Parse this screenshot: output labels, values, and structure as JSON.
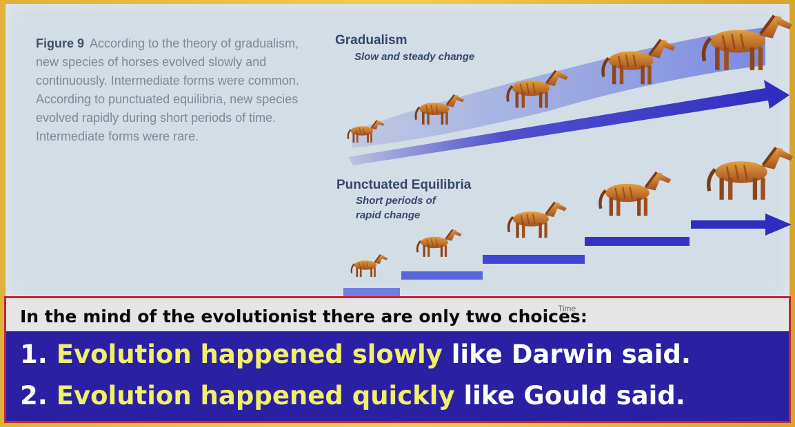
{
  "figure": {
    "label": "Figure 9",
    "caption": "According to the theory of gradualism, new species of horses evolved slowly and continuously. Intermediate forms were common. According to punctuated equilibria, new species evolved rapidly during short periods of time. Intermediate forms were rare."
  },
  "gradualism": {
    "title": "Gradualism",
    "subtitle": "Slow and steady change"
  },
  "punctuated": {
    "title": "Punctuated Equilibria",
    "subtitle_line1": "Short periods of",
    "subtitle_line2": "rapid change"
  },
  "axis": {
    "time_label": "Time"
  },
  "slide": {
    "heading": "In the mind of the evolutionist there are only two choices:",
    "choices": [
      {
        "number": "1.",
        "highlight": "Evolution happened slowly",
        "rest": "like Darwin said."
      },
      {
        "number": "2.",
        "highlight": "Evolution happened quickly",
        "rest": "like Gould said."
      }
    ]
  },
  "colors": {
    "frame": "#e8be45",
    "panel": "#d3dde6",
    "arrow": "#3a37c8",
    "horse": "#c8702a",
    "banner": "#2b20a3",
    "highlight": "#f1f06a"
  }
}
